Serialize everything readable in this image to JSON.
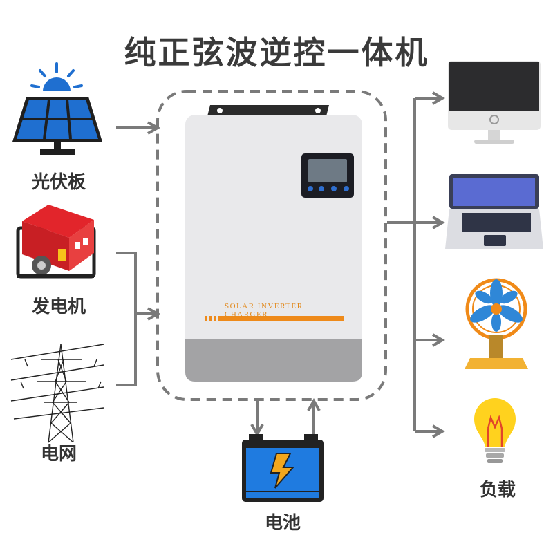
{
  "title": "纯正弦波逆控一体机",
  "inputs": {
    "solar": {
      "label": "光伏板",
      "icon": "solar-panel-icon"
    },
    "generator": {
      "label": "发电机",
      "icon": "generator-icon"
    },
    "grid": {
      "label": "电网",
      "icon": "power-tower-icon"
    }
  },
  "inverter": {
    "brand_text": "SOLAR  INVERTER  CHARGER",
    "icon": "inverter-icon"
  },
  "battery": {
    "label": "电池",
    "icon": "battery-icon"
  },
  "loads": {
    "label": "负载",
    "items": [
      "monitor-icon",
      "laptop-icon",
      "fan-icon",
      "light-bulb-icon"
    ]
  },
  "colors": {
    "arrow": "#7a7a7a",
    "dashed_border": "#7a7a7a",
    "accent_orange": "#ee8a1a",
    "solar_blue": "#1f6fd0",
    "battery_blue": "#1f7be0"
  }
}
